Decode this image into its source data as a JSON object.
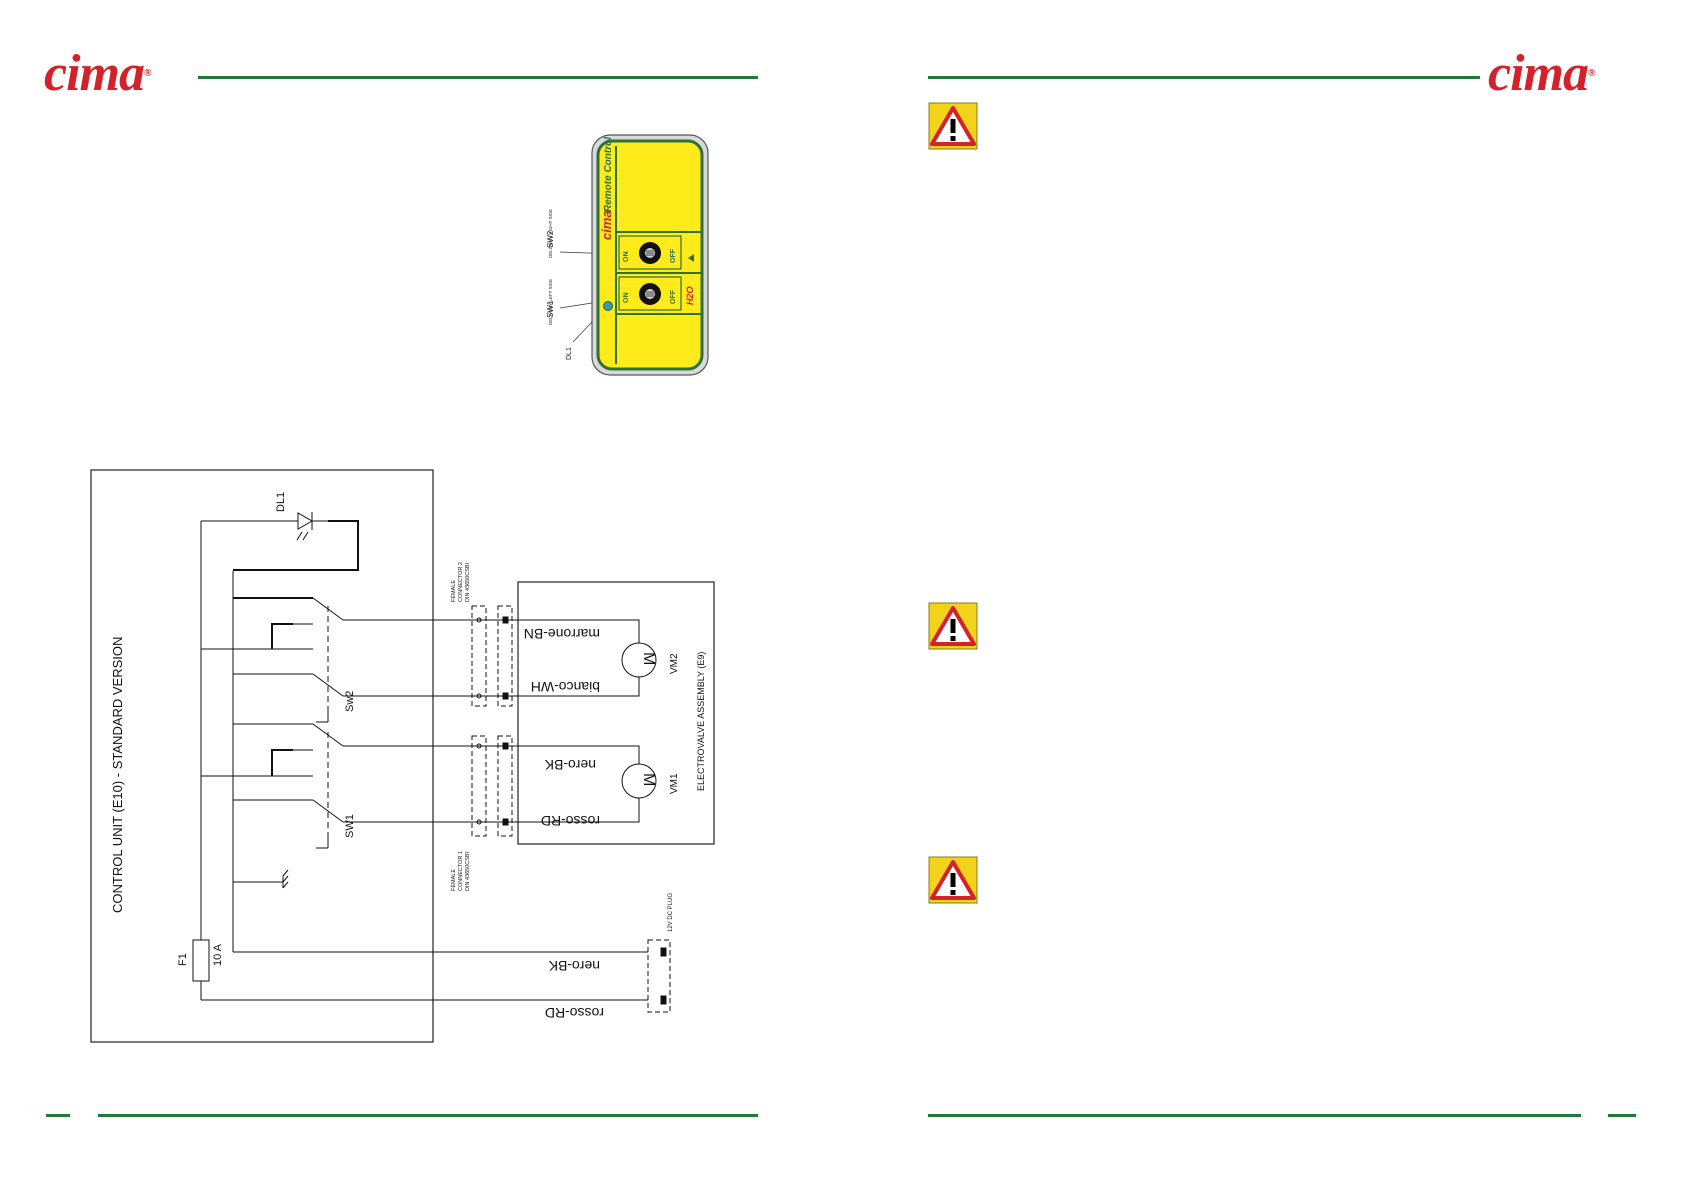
{
  "brand": {
    "name": "cima",
    "mark": "®",
    "color": "#d3222a",
    "rule_color": "#1f7a3a"
  },
  "remote": {
    "title_brand": "cima",
    "title_text": "Remote Control",
    "sw1": {
      "on": "ON",
      "off": "OFF"
    },
    "sw2": {
      "on": "ON",
      "off": "OFF"
    },
    "h2o": "H2O",
    "callouts": {
      "sw2": "SW2",
      "sw2_sub": "DELIVERY RIGHT SIDE",
      "sw1": "SW1",
      "sw1_sub": "DELIVERY LEFT SIDE",
      "dl1": "DL1"
    }
  },
  "schematic": {
    "control_unit_label": "CONTROL UNIT (E10) - STANDARD VERSION",
    "electrovalve_label": "ELECTROVALVE ASSEMBLY (E9)",
    "dl1": "DL1",
    "sw1": "SW1",
    "sw2": "Sw2",
    "fuse": "F1",
    "fuse_rating": "10 A",
    "connector2": [
      "FEMALE",
      "CONNECTOR 2",
      "DIN 43650CSBI"
    ],
    "connector1": [
      "FEMALE",
      "CONNECTOR 1",
      "DIN 43650CSBI"
    ],
    "plug": "12V DC PLUG",
    "motor_symbol": "M",
    "vm1": "VM1",
    "vm2": "VM2",
    "wires": {
      "marrone": "marrone-BN",
      "bianco": "bianco-WH",
      "nero_valve": "nero-BK",
      "rosso_valve": "rosso-RD",
      "nero_plug": "nero-BK",
      "rosso_plug": "rosso-RD"
    }
  },
  "warnings": {
    "icon": "warning-triangle-icon",
    "count": 3
  }
}
